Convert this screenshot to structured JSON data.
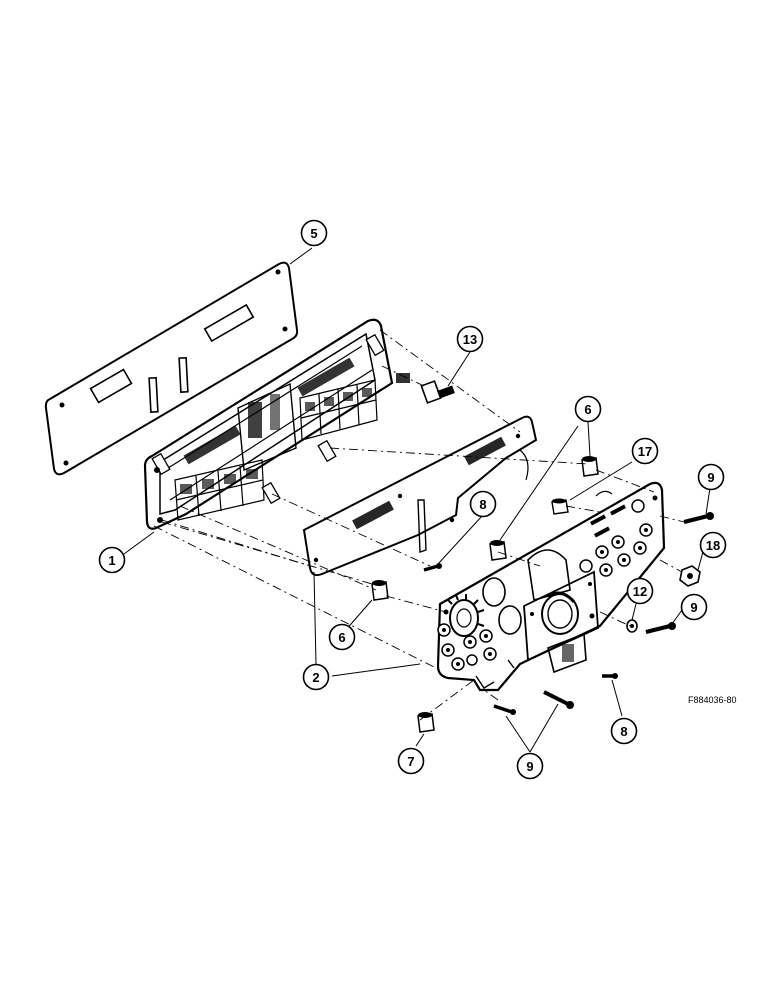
{
  "figure_id": "F884036-80",
  "callouts": [
    {
      "key": "c5",
      "label": "5"
    },
    {
      "key": "c13",
      "label": "13"
    },
    {
      "key": "c6a",
      "label": "6"
    },
    {
      "key": "c17",
      "label": "17"
    },
    {
      "key": "c9a",
      "label": "9"
    },
    {
      "key": "c8a",
      "label": "8"
    },
    {
      "key": "c18",
      "label": "18"
    },
    {
      "key": "c1",
      "label": "1"
    },
    {
      "key": "c12",
      "label": "12"
    },
    {
      "key": "c9b",
      "label": "9"
    },
    {
      "key": "c6b",
      "label": "6"
    },
    {
      "key": "c2",
      "label": "2"
    },
    {
      "key": "c8b",
      "label": "8"
    },
    {
      "key": "c7",
      "label": "7"
    },
    {
      "key": "c9c",
      "label": "9"
    }
  ]
}
